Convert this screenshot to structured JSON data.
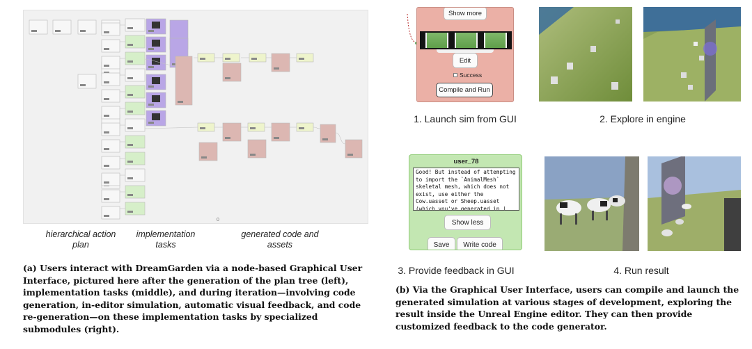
{
  "left_figure": {
    "column_labels": {
      "plan": "hierarchical action plan",
      "tasks": "implementation tasks",
      "generated": "generated code and assets"
    },
    "canvas_marker": "0",
    "caption": "(a) Users interact with DreamGarden via a node-based Graphical User Interface, pictured here after the generation of the plan tree (left), implementation tasks (middle), and during iteration—involving code generation, in-editor simulation, automatic visual feedback, and code re-generation—on these implementation tasks by specialized submodules (right).",
    "colors": {
      "plan_node": "#f7f7f7",
      "task_node_green": "#d6efc9",
      "task_node_purple": "#b9a6e6",
      "code_node_yellow": "#eef4cc",
      "asset_node_rose": "#dcb7b2",
      "edge": "#c4c4c4",
      "canvas": "#f1f1f1"
    }
  },
  "right_figure": {
    "step1": {
      "label": "1. Launch sim from GUI",
      "show_more": "Show more",
      "edit": "Edit",
      "success_checkbox": "Success",
      "compile_run": "Compile and Run"
    },
    "step2": {
      "label": "2. Explore in engine"
    },
    "step3": {
      "label": "3. Provide feedback in GUI",
      "node_title": "user_78",
      "feedback_text": "Good! But instead of attempting to import the `AnimalMesh` skeletal mesh, which does not exist, use either the Cow.uasset or Sheep.uasset (which you've generated in |",
      "show_less": "Show less",
      "save": "Save",
      "write_code": "Write code"
    },
    "step4": {
      "label": "4. Run result"
    },
    "caption": "(b) Via the Graphical User Interface, users can compile and launch the generated simulation at various stages of development, exploring the result inside the Unreal Engine editor. They can then provide customized feedback to the code generator."
  }
}
